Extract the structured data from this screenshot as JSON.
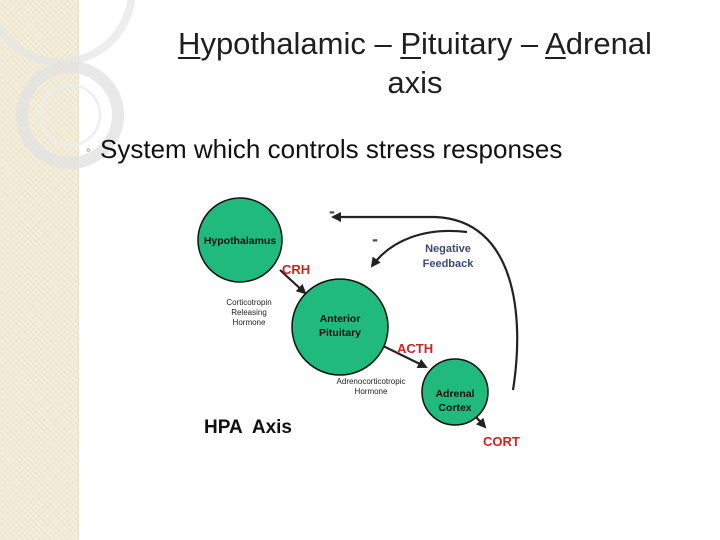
{
  "slide": {
    "title_part1_prefix": "",
    "title_H": "H",
    "title_part1_rest": "ypothalamic – ",
    "title_P": "P",
    "title_part2_rest": "ituitary – ",
    "title_A": "A",
    "title_part3_rest": "drenal",
    "title_line2": "axis",
    "bullet_text": "System which controls stress responses"
  },
  "diagram": {
    "colors": {
      "node_fill": "#1fba7c",
      "node_stroke": "#111111",
      "arrow": "#222222",
      "accent_text": "#d42020",
      "feedback_text": "#3b4a78"
    },
    "nodes": {
      "hypothalamus": "Hypothalamus",
      "anterior_line1": "Anterior",
      "anterior_line2": "Pituitary",
      "adrenal_line1": "Adrenal",
      "adrenal_line2": "Cortex"
    },
    "hormones": {
      "crh": "CRH",
      "acth": "ACTH",
      "cort": "CORT"
    },
    "descriptions": {
      "crh_line1": "Corticotropin",
      "crh_line2": "Releasing",
      "crh_line3": "Hormone",
      "acth_line1": "Adrenocorticotropic",
      "acth_line2": "Hormone"
    },
    "feedback": {
      "line1": "Negative",
      "line2": "Feedback",
      "minus_top": "-",
      "minus_mid": "-"
    },
    "caption": "HPA  Axis"
  }
}
